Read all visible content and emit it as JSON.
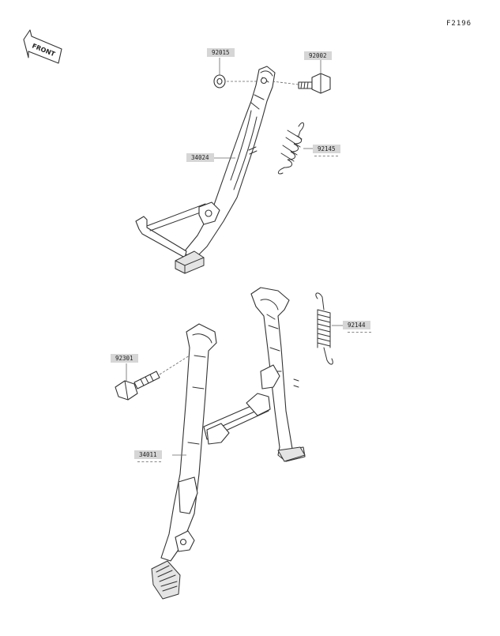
{
  "figure_code": "F2196",
  "front_label": "FRONT",
  "parts": [
    {
      "id": "p92015",
      "number": "92015"
    },
    {
      "id": "p92002",
      "number": "92002"
    },
    {
      "id": "p34024",
      "number": "34024"
    },
    {
      "id": "p92145",
      "number": "92145"
    },
    {
      "id": "p92144",
      "number": "92144"
    },
    {
      "id": "p92301",
      "number": "92301"
    },
    {
      "id": "p34011",
      "number": "34011"
    }
  ]
}
